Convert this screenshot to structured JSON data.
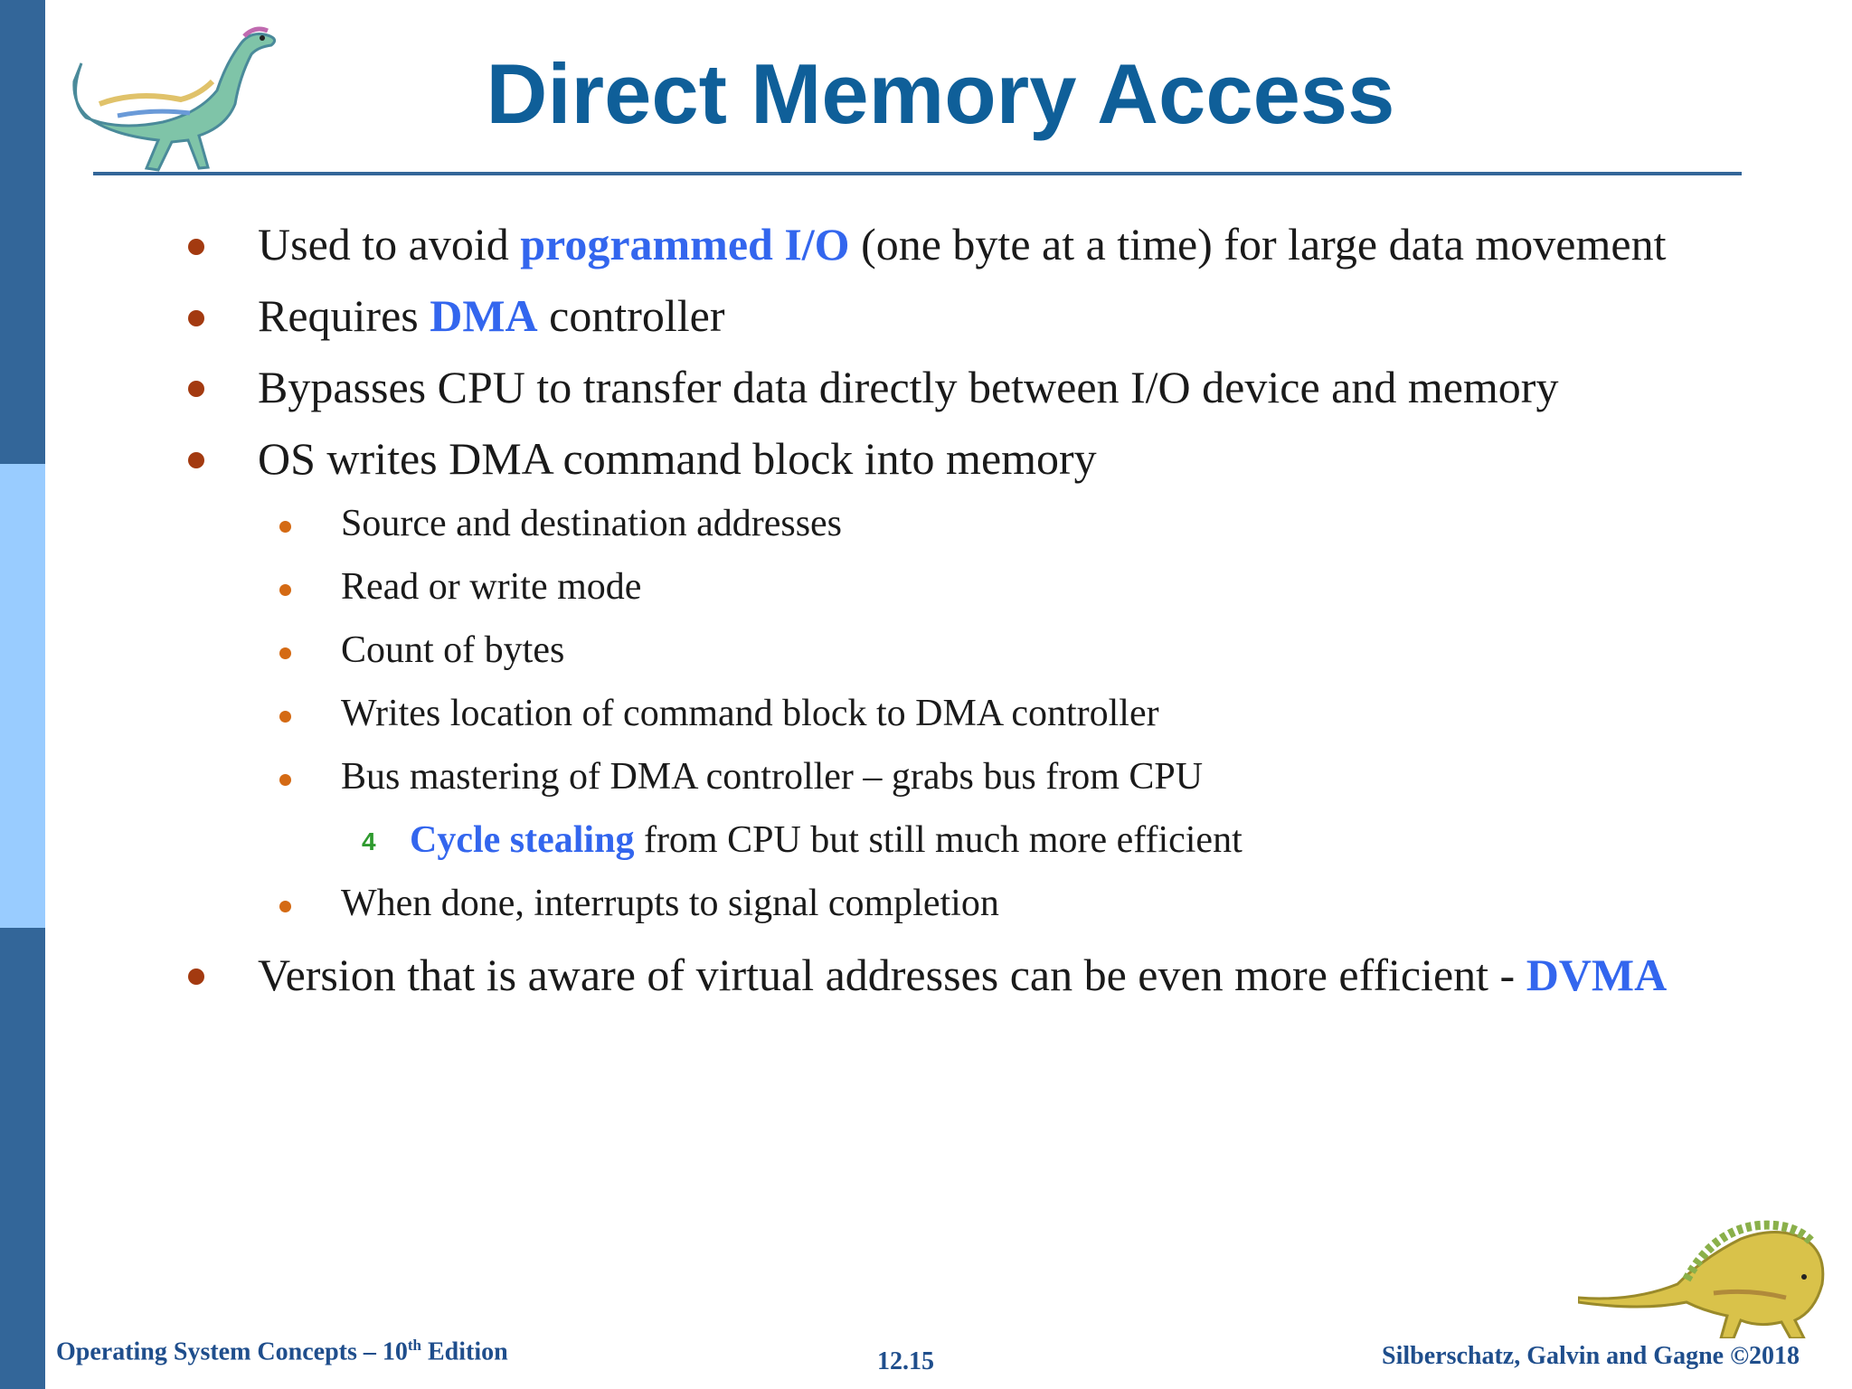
{
  "colors": {
    "side_bar_dark": "#336699",
    "side_bar_light": "#99ccff",
    "title": "#0f5f99",
    "rule": "#336699",
    "highlight": "#3366ee",
    "bullet_lvl1": "#a33a10",
    "bullet_lvl2": "#d46a14",
    "bullet_lvl3": "#2e9a2e",
    "footer": "#1f4e8c",
    "body_text": "#1a1a1a"
  },
  "slide": {
    "title": "Direct Memory Access",
    "bullets": [
      {
        "pre": "Used to avoid ",
        "hl": "programmed I/O",
        "post": " (one byte at a time) for large data movement"
      },
      {
        "pre": "Requires ",
        "hl": "DMA",
        "post": " controller"
      },
      {
        "pre": "Bypasses CPU to transfer data directly between I/O device and memory",
        "hl": "",
        "post": ""
      },
      {
        "pre": "OS writes DMA command block into memory",
        "hl": "",
        "post": ""
      },
      {
        "pre": "Source and destination addresses",
        "hl": "",
        "post": ""
      },
      {
        "pre": "Read or write mode",
        "hl": "",
        "post": ""
      },
      {
        "pre": "Count of bytes",
        "hl": "",
        "post": ""
      },
      {
        "pre": "Writes location of command block to DMA controller",
        "hl": "",
        "post": ""
      },
      {
        "pre": "Bus mastering of DMA controller – grabs bus from CPU",
        "hl": "",
        "post": ""
      },
      {
        "marker": "4",
        "pre": "",
        "hl": "Cycle stealing",
        "post": " from CPU but still much more efficient"
      },
      {
        "pre": "When done, interrupts to signal completion",
        "hl": "",
        "post": ""
      },
      {
        "pre": "Version that is aware of virtual addresses can be even more efficient - ",
        "hl": "DVMA",
        "post": ""
      }
    ]
  },
  "footer": {
    "left_pre": "Operating System Concepts – 10",
    "left_sup": "th",
    "left_post": " Edition",
    "center": "12.15",
    "right": "Silberschatz, Galvin and Gagne ©2018"
  },
  "icons": {
    "top_left": "dinosaur-icon",
    "bottom_right": "dinosaur-icon"
  }
}
